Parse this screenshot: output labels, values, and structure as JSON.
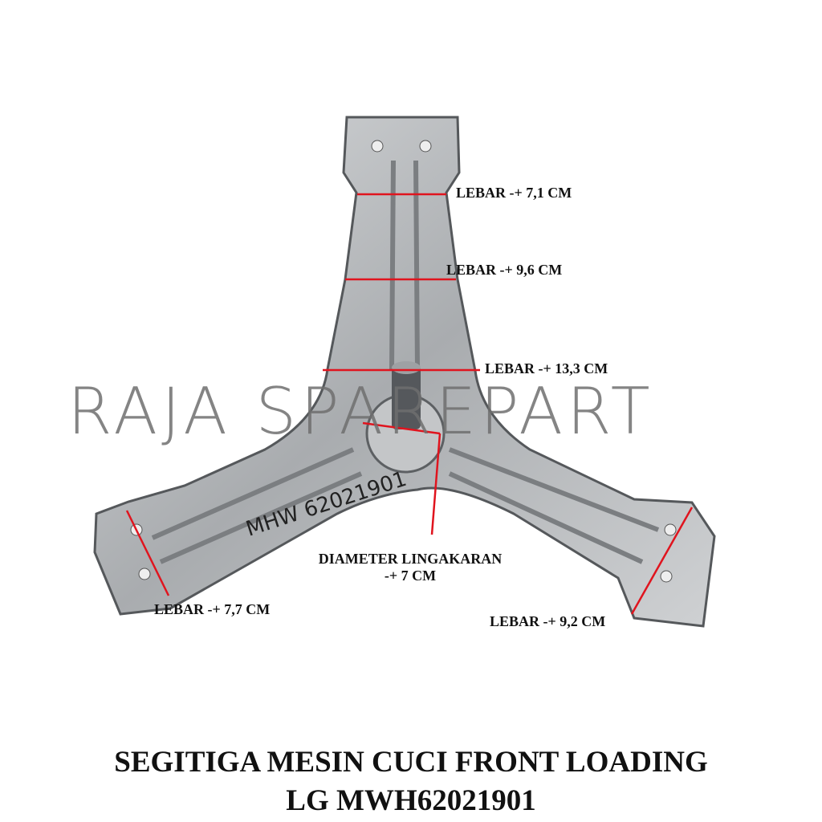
{
  "watermark": "RAJA SPAREPART",
  "part_marking": "MHW 62021901",
  "labels": {
    "top_end": "LEBAR -+ 7,1 CM",
    "top_mid": "LEBAR -+ 9,6 CM",
    "top_base": "LEBAR -+ 13,3 CM",
    "diameter_line1": "DIAMETER LINGAKARAN",
    "diameter_line2": "-+ 7 CM",
    "left_end": "LEBAR -+ 7,7 CM",
    "right_end": "LEBAR -+ 9,2 CM"
  },
  "title": {
    "line1": "SEGITIGA MESIN CUCI FRONT LOADING",
    "line2": "LG MWH62021901"
  },
  "colors": {
    "measure_line": "#e0141e",
    "metal": "#b9bcbf",
    "metal_dark": "#6d7073"
  }
}
